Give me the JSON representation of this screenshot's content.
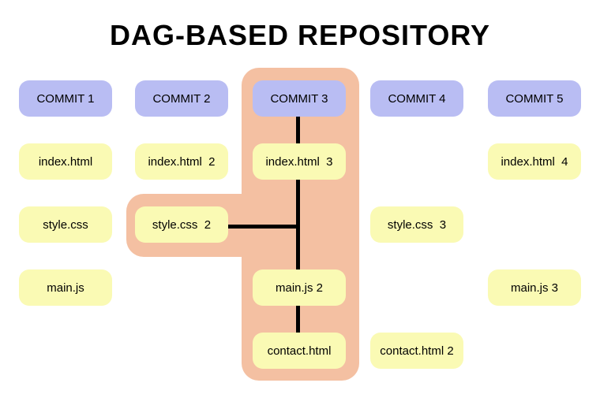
{
  "title": "DAG-BASED REPOSITORY",
  "colors": {
    "background": "#ffffff",
    "commit_fill": "#b9bdf3",
    "file_fill": "#fafab4",
    "highlight_fill": "#f4c0a2",
    "connector": "#000000",
    "text": "#000000"
  },
  "commits": [
    {
      "label": "COMMIT 1",
      "highlighted": false
    },
    {
      "label": "COMMIT 2",
      "highlighted": false
    },
    {
      "label": "COMMIT 3",
      "highlighted": true
    },
    {
      "label": "COMMIT 4",
      "highlighted": false
    },
    {
      "label": "COMMIT 5",
      "highlighted": false
    }
  ],
  "files": [
    {
      "label": "index.html",
      "commit": "COMMIT 1",
      "highlighted": false
    },
    {
      "label": "index.html  2",
      "commit": "COMMIT 2",
      "highlighted": false
    },
    {
      "label": "index.html  3",
      "commit": "COMMIT 3",
      "highlighted": true
    },
    {
      "label": "index.html  4",
      "commit": "COMMIT 5",
      "highlighted": false
    },
    {
      "label": "style.css",
      "commit": "COMMIT 1",
      "highlighted": false
    },
    {
      "label": "style.css  2",
      "commit": "COMMIT 2",
      "highlighted": true
    },
    {
      "label": "style.css  3",
      "commit": "COMMIT 4",
      "highlighted": false
    },
    {
      "label": "main.js",
      "commit": "COMMIT 1",
      "highlighted": false
    },
    {
      "label": "main.js 2",
      "commit": "COMMIT 3",
      "highlighted": true
    },
    {
      "label": "main.js 3",
      "commit": "COMMIT 5",
      "highlighted": false
    },
    {
      "label": "contact.html",
      "commit": "COMMIT 3",
      "highlighted": true
    },
    {
      "label": "contact.html 2",
      "commit": "COMMIT 4",
      "highlighted": false
    }
  ],
  "connectors": [
    {
      "from": "COMMIT 3",
      "to": "index.html  3"
    },
    {
      "from": "index.html  3",
      "to": "main.js 2"
    },
    {
      "from": "style.css  2",
      "to": "main.js 2 branch line"
    },
    {
      "from": "main.js 2",
      "to": "contact.html"
    }
  ],
  "highlight_region": {
    "commit": "COMMIT 3",
    "includes": [
      "COMMIT 3",
      "index.html  3",
      "style.css  2",
      "main.js 2",
      "contact.html"
    ]
  }
}
